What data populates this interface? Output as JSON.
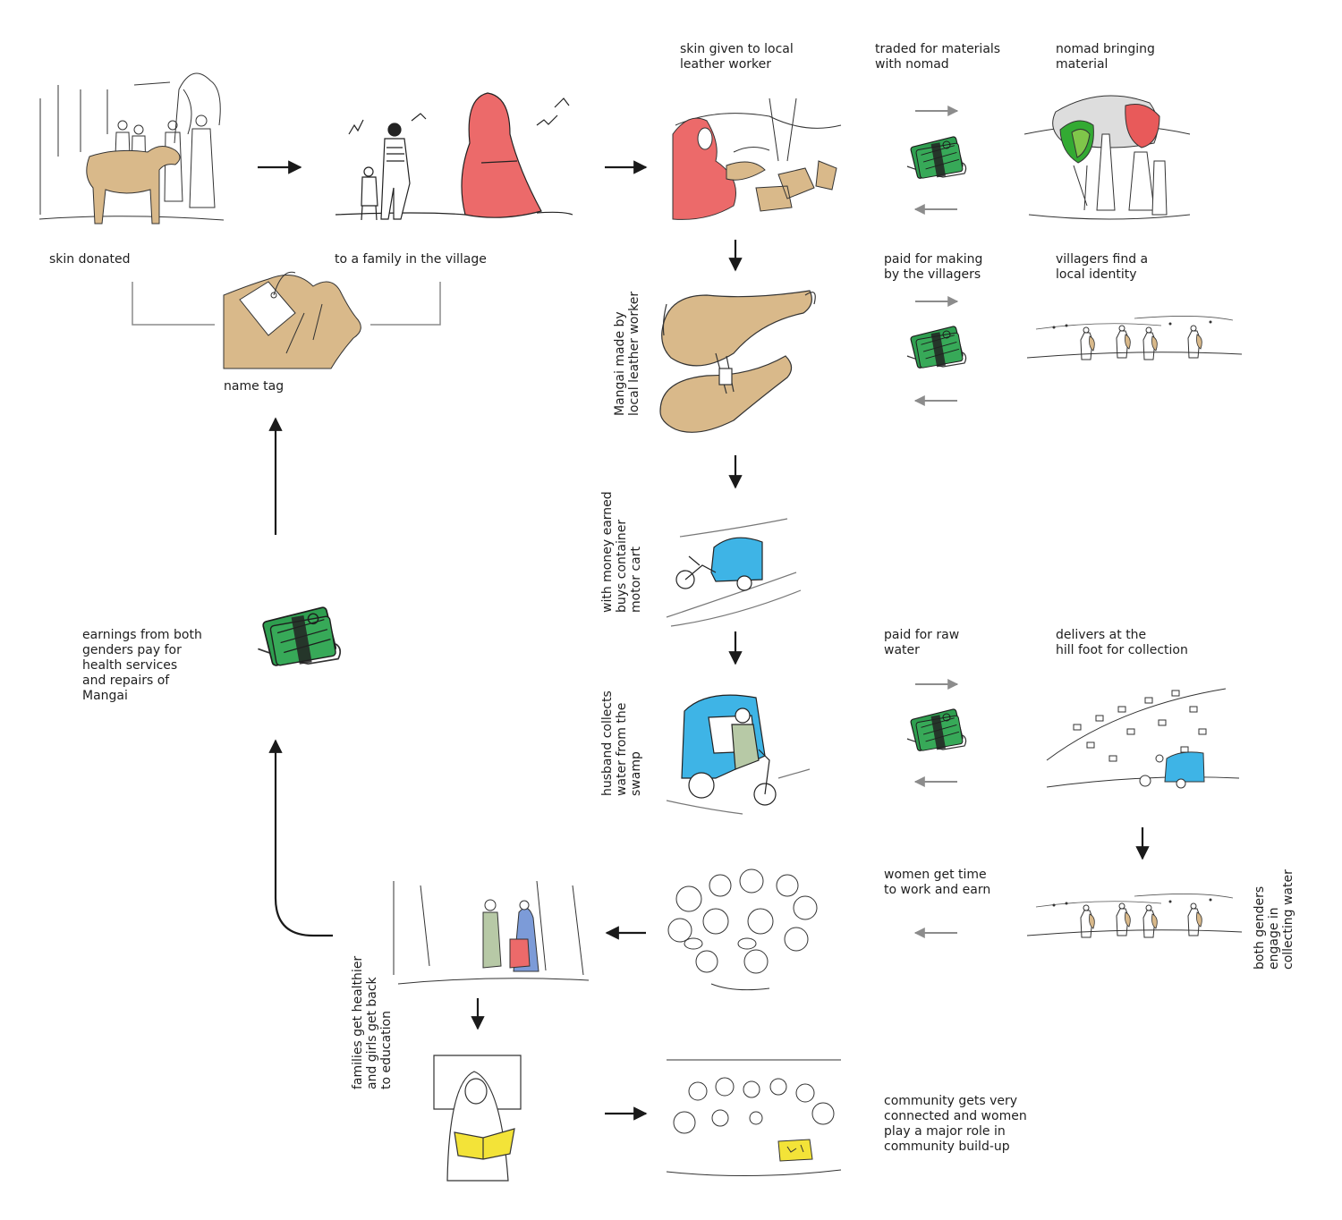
{
  "labels": {
    "skin_donated": "skin donated",
    "to_family": "to a family in the village",
    "name_tag": "name tag",
    "skin_given": "skin given to local\nleather worker",
    "traded": "traded for materials\nwith nomad",
    "nomad": "nomad bringing\nmaterial",
    "paid_making": "paid for making\nby the villagers",
    "identity": "villagers find a\nlocal identity",
    "mangai_made": "Mangai made by\nlocal leather worker",
    "with_money": "with money earned\nbuys container\nmotor cart",
    "husband": "husband collects\nwater from the\nswamp",
    "paid_raw": "paid for raw\nwater",
    "delivers": "delivers at the\nhill foot for collection",
    "both_genders": "both genders\nengage in\ncollecting water",
    "women_time": "women get time\nto work and earn",
    "earnings": "earnings from both\ngenders pay for\nhealth services\nand repairs of\nMangai",
    "families": "families get healthier\nand girls get back\nto education",
    "community": "community gets very\nconnected and women\nplay a major role in\ncommunity build-up"
  },
  "colors": {
    "skin": "#D9B98A",
    "red_cloak": "#EC6A6A",
    "money_green": "#2E9E4F",
    "cart_blue": "#3EB4E6",
    "book_yellow": "#F3E338",
    "arrow_black": "#1a1a1a",
    "arrow_gray": "#8c8c8c",
    "sketch": "#333333"
  }
}
